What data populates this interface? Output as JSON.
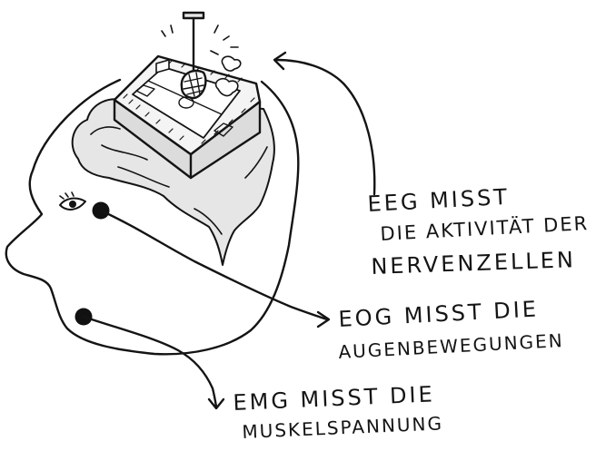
{
  "labels": {
    "eeg": [
      "EEG MISST",
      "DIE AKTIVITÄT DER",
      "NERVENZELLEN"
    ],
    "eog": [
      "EOG MISST DIE",
      "AUGENBEWEGUNGEN"
    ],
    "emg": [
      "EMG MISST DIE",
      "MUSKELSPANNUNG"
    ]
  },
  "colors": {
    "ink": "#141414",
    "brain_fill": "#e6e6e6",
    "stadium_side": "#dcdcdc",
    "stadium_top": "#f4f4f4",
    "field": "#ffffff",
    "electrode": "#111111"
  },
  "icons": [
    "head-outline-icon",
    "brain-icon",
    "eye-icon",
    "stadium-icon",
    "microphone-icon",
    "electrode-icon",
    "arrow-icon"
  ]
}
